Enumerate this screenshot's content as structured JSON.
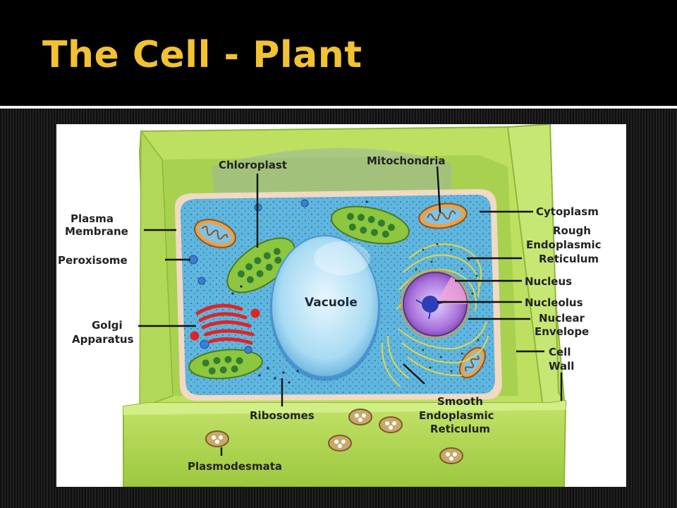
{
  "slide": {
    "title": "The Cell - Plant"
  },
  "diagram": {
    "labels": {
      "chloroplast": "Chloroplast",
      "mitochondria": "Mitochondria",
      "cytoplasm": "Cytoplasm",
      "plasma_membrane_1": "Plasma",
      "plasma_membrane_2": "Membrane",
      "rough_er_1": "Rough",
      "rough_er_2": "Endoplasmic",
      "rough_er_3": "Reticulum",
      "peroxisome": "Peroxisome",
      "nucleus": "Nucleus",
      "nucleolus": "Nucleolus",
      "nuclear_envelope_1": "Nuclear",
      "nuclear_envelope_2": "Envelope",
      "vacuole": "Vacuole",
      "golgi_1": "Golgi",
      "golgi_2": "Apparatus",
      "cell_wall_1": "Cell",
      "cell_wall_2": "Wall",
      "smooth_er_1": "Smooth",
      "smooth_er_2": "Endoplasmic",
      "smooth_er_3": "Reticulum",
      "ribosomes": "Ribosomes",
      "plasmodesmata": "Plasmodesmata"
    },
    "colors": {
      "title": "#f2c233",
      "cell_wall": "#b7dc5c",
      "cytoplasm": "#5fb6de",
      "vacuole": "#b9e3f7",
      "chloroplast": "#8dc63f",
      "golgi": "#e02424",
      "nucleus": "#9b59c7"
    }
  }
}
